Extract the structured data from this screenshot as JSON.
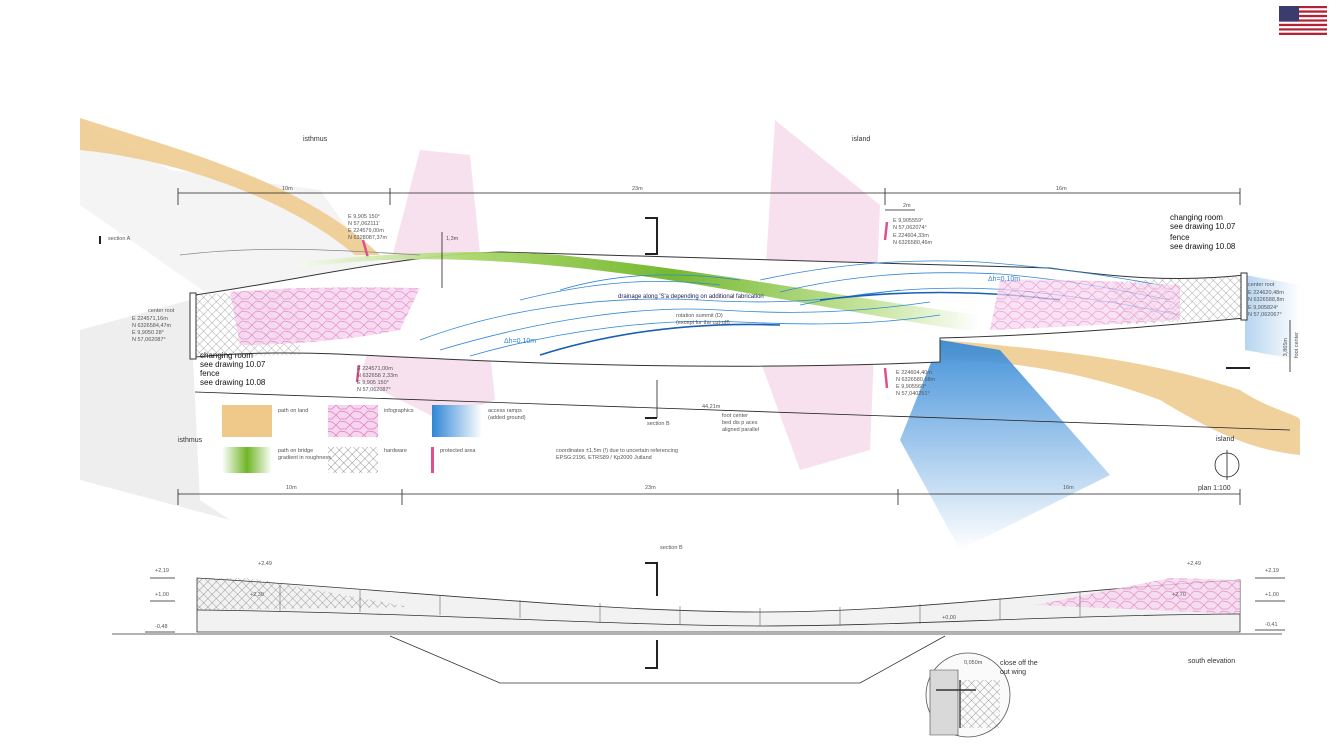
{
  "labels": {
    "isthmus_top": "isthmus",
    "island_top": "island",
    "dim_10m": "10m",
    "dim_23m": "23m",
    "dim_16m": "16m",
    "dim_2m": "2m",
    "dim_13m": "1,3m",
    "section_a": "section A",
    "section_b_plan": "section B",
    "section_b_elev": "section B",
    "changing_room": "changing room",
    "see_1007": "see drawing 10.07",
    "fence": "fence",
    "see_1008": "see drawing 10.08",
    "center_root": "center root",
    "drainage": "drainage along 'S'a depending on  additional fabrication",
    "rotation_summit": "rotation summit (D)",
    "rotation_note": "(except for the cut-off)",
    "dh_10": "Δh=0,10m",
    "dim_44m": "44,21m",
    "foot_center": "foot center",
    "bed_note": "bed dis p aces",
    "aligned": "aligned parallel",
    "coord_note1": "coordinates ±1,5m (!) due to uncertain referencing",
    "coord_note2": "EPSG:2196, ETRS89 / Kp2000 Jutland",
    "isthmus_bottom": "isthmus",
    "island_bottom": "island",
    "plan_scale": "plan 1:100",
    "foot_center_side": "foot center",
    "dim_3865": "3,865m",
    "elev_plus249_l": "+2,49",
    "elev_plus219_l": "+2,19",
    "elev_plus100_l": "+1,00",
    "elev_minus048": "-0,48",
    "elev_plus249_r": "+2,49",
    "elev_plus219_r": "+2,19",
    "elev_plus100_r": "+1,00",
    "elev_minus041": "-0,41",
    "elev_plus000": "+0,00",
    "elev_plus230": "+2,30",
    "elev_plus270": "+2,70",
    "south_elevation": "south elevation",
    "close_off": "close off the",
    "outwing": "out wing",
    "dim_050": "0,050m"
  },
  "coords": {
    "top_left": {
      "e": "E   9,905 150°",
      "n": "N   57,062111'",
      "e2": "E   224579,00m",
      "n2": "N   6328087,37m"
    },
    "top_right": {
      "e": "E   9,905559°",
      "n": "N   57,062074°",
      "e2": "E   224604,33m",
      "n2": "N   6326580,46m"
    },
    "left_root": {
      "e": "E   224571,16m",
      "n": "N   6326584,47m",
      "e2": "E   9,9050 28°",
      "n2": "N   57,062087°"
    },
    "bottom_left": {
      "e": "E   224571,00m",
      "n": "N   632658 2,33m",
      "e2": "E   9,905 150°",
      "n2": "N   57,062087°"
    },
    "bottom_right": {
      "e": "E   224604,40m",
      "n": "N   6326580,68m",
      "e2": "E   9,905560°",
      "n2": "N   57,040251°"
    },
    "right_root": {
      "e": "E   224620,48m",
      "n": "N   6326588,8m",
      "e2": "E   9,905824°",
      "n2": "N   57,062067°"
    }
  },
  "legend": [
    {
      "key": "path_island",
      "label": "path on land",
      "color": "#efc98a"
    },
    {
      "key": "infographics",
      "label": "infographics",
      "color": "#f0a6d8"
    },
    {
      "key": "access_ramps",
      "label": "access ramps",
      "sub": "(added ground)",
      "color": "#3a9bea"
    },
    {
      "key": "path_bridge",
      "label": "path on bridge",
      "sub": "gradient in roughness",
      "color": "#7cbf2a"
    },
    {
      "key": "hardware",
      "label": "hardware",
      "color": "#888888"
    },
    {
      "key": "protected",
      "label": "protected area",
      "color": "#e0508e"
    }
  ],
  "colors": {
    "sand": "#efc98a",
    "green": "#7cbf2a",
    "blue": "#2f86d6",
    "pink": "#e7a9cf",
    "magenta": "#e0508e",
    "orange_text": "#d4702a"
  }
}
